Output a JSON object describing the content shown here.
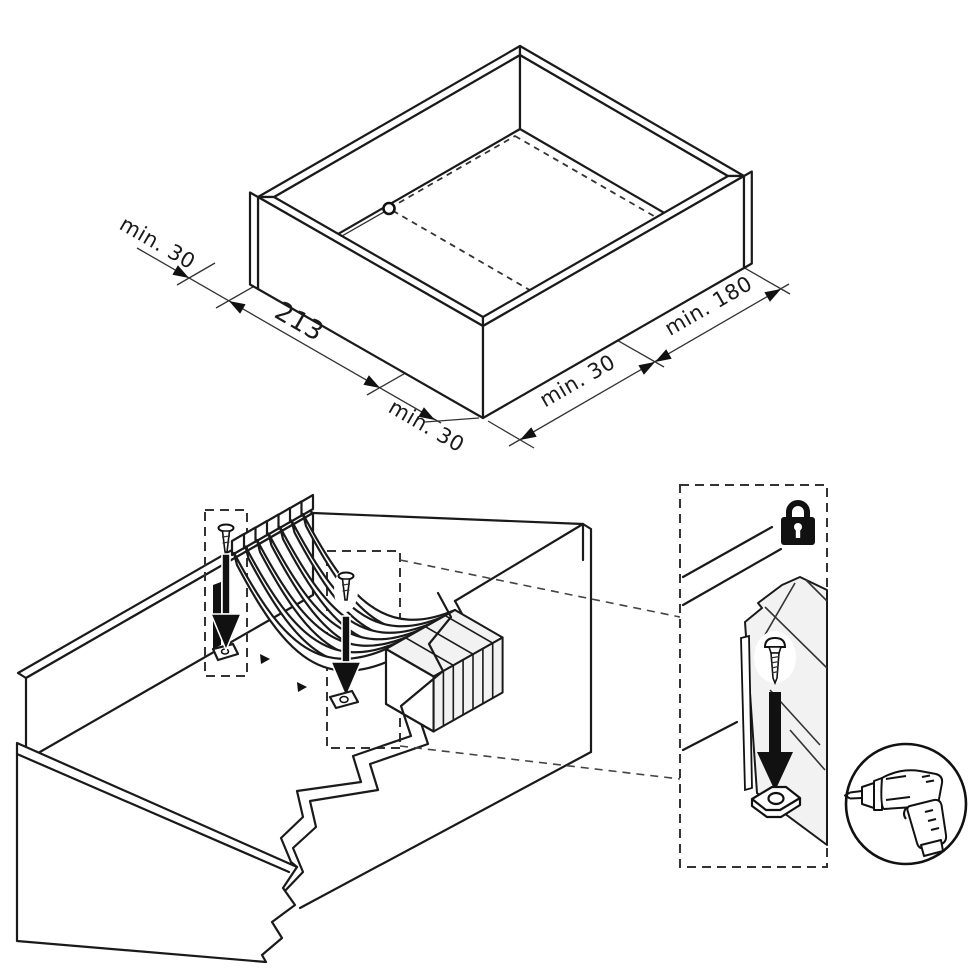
{
  "top_view": {
    "dim_back_offset": "min. 30",
    "dim_hole_spacing": "213",
    "dim_front_offset": "min. 30",
    "dim_side_offset": "min. 30",
    "dim_min_depth": "min. 180"
  },
  "icons": {
    "lock": "padlock-icon",
    "tool": "cordless-drill-icon"
  },
  "colors": {
    "line": "#1a1a1a",
    "shade_light": "#ebebeb",
    "black_fill": "#111111",
    "background": "#ffffff"
  }
}
